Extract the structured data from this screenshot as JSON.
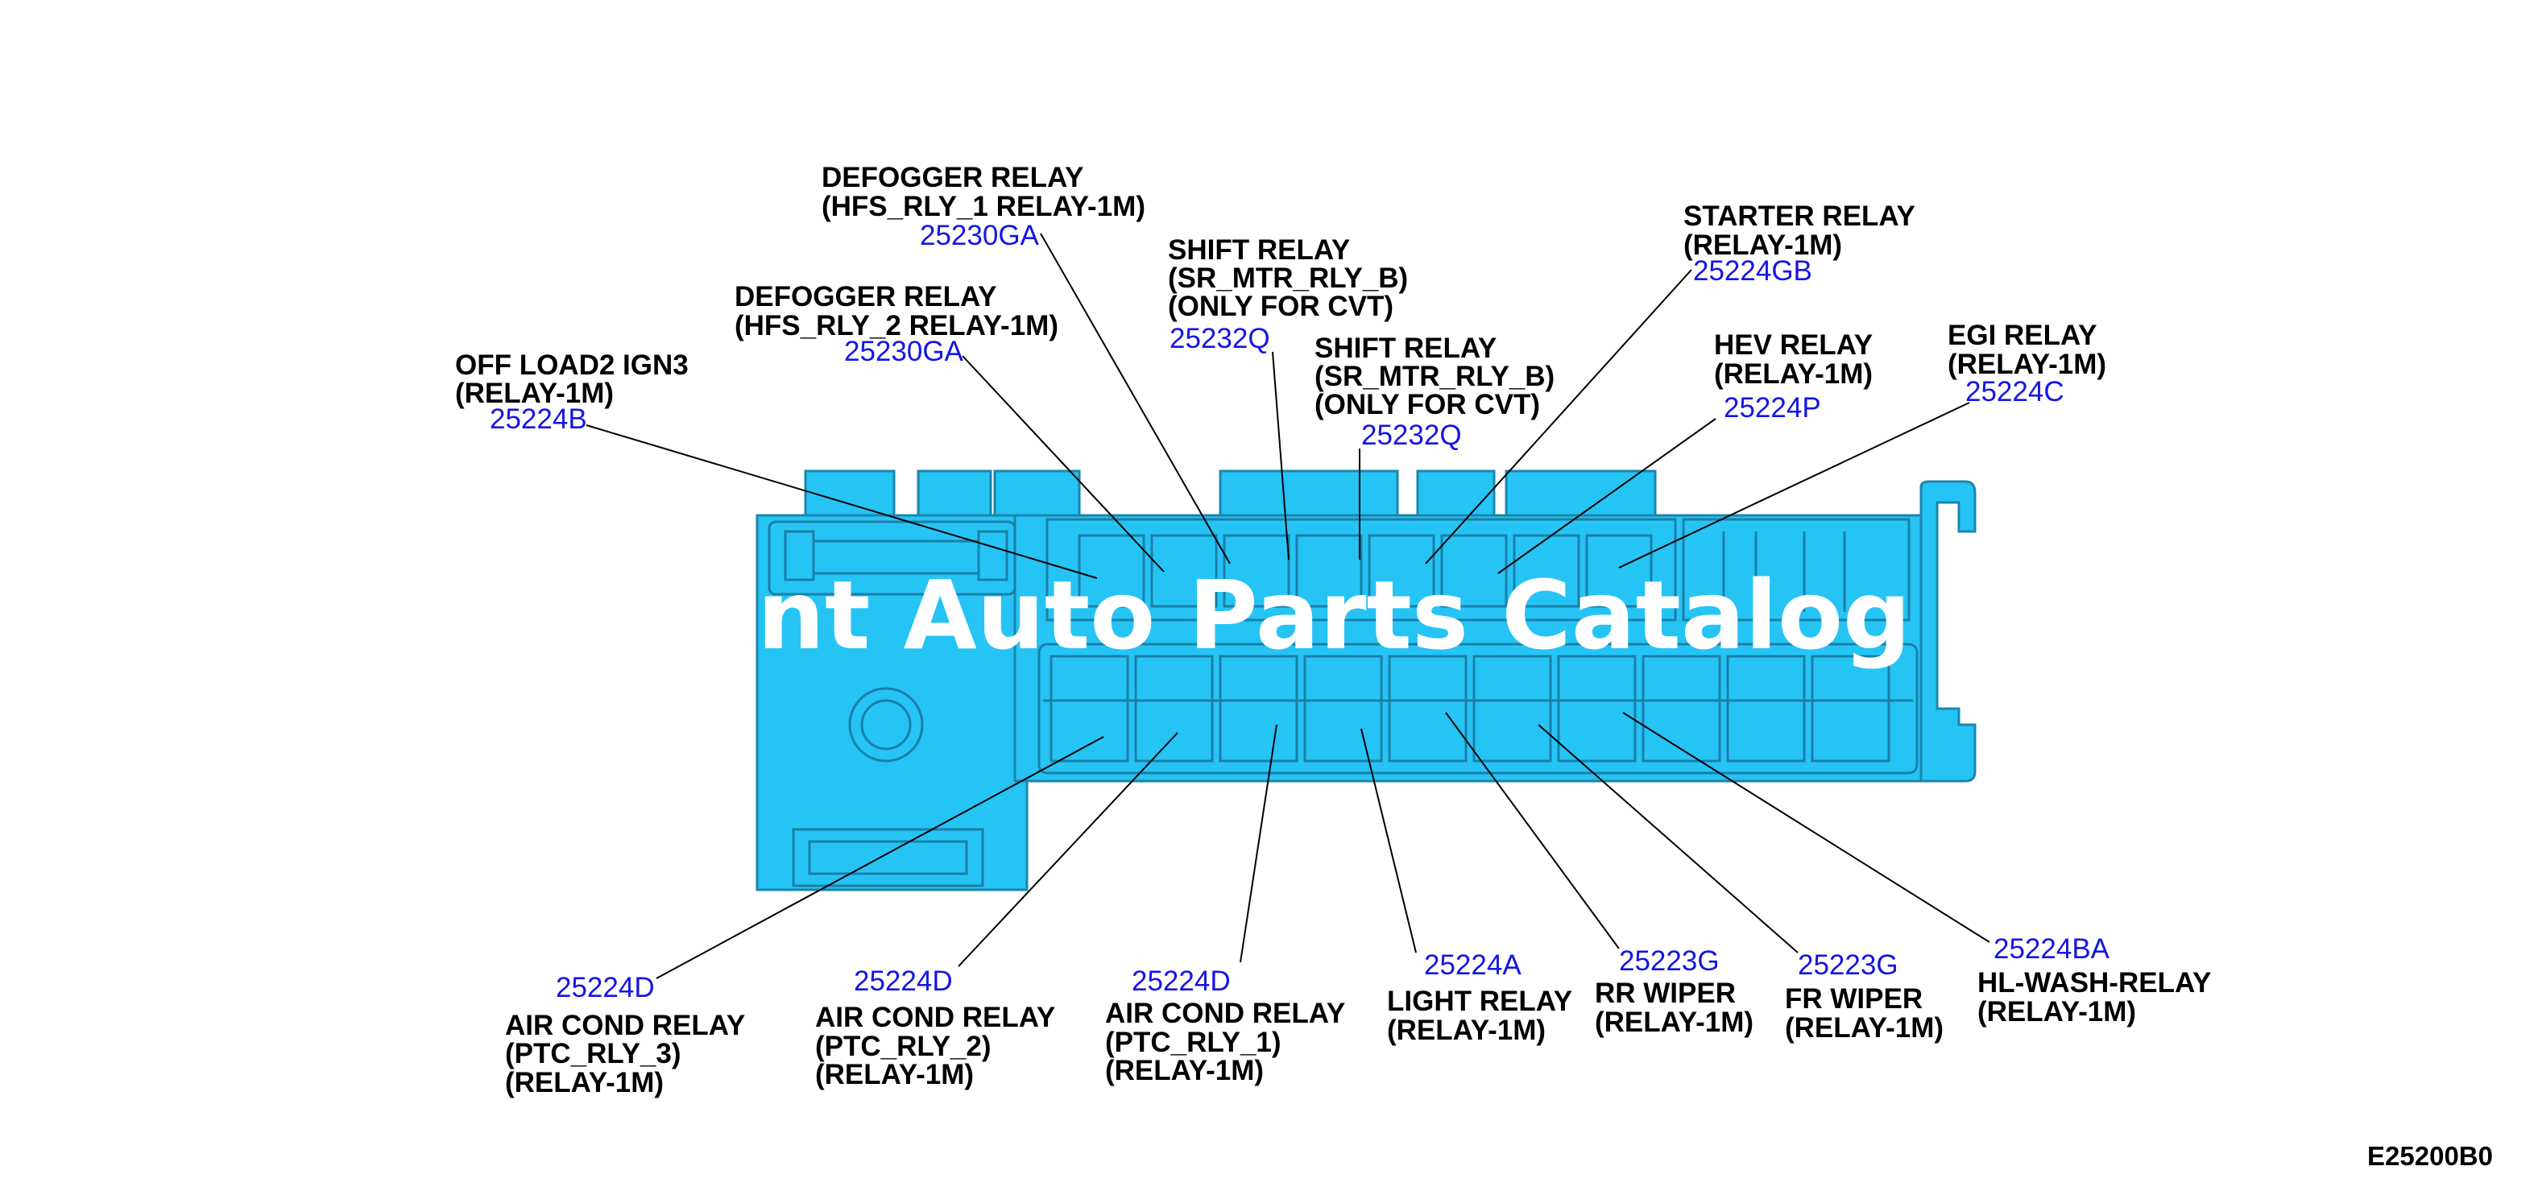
{
  "diagram": {
    "watermark": "nt Auto Parts Catalog PART",
    "reference_code": "E25200B0",
    "top_labels": [
      {
        "id": "off-load2",
        "lines": [
          "OFF LOAD2 IGN3",
          "(RELAY-1M)"
        ],
        "part": "25224B"
      },
      {
        "id": "defogger-2",
        "lines": [
          "DEFOGGER RELAY",
          "(HFS_RLY_2 RELAY-1M)"
        ],
        "part": "25230GA"
      },
      {
        "id": "defogger-1",
        "lines": [
          "DEFOGGER RELAY",
          "(HFS_RLY_1 RELAY-1M)"
        ],
        "part": "25230GA"
      },
      {
        "id": "shift-1",
        "lines": [
          "SHIFT RELAY",
          "(SR_MTR_RLY_B)",
          "(ONLY FOR CVT)"
        ],
        "part": "25232Q"
      },
      {
        "id": "shift-2",
        "lines": [
          "SHIFT RELAY",
          "(SR_MTR_RLY_B)",
          "(ONLY FOR CVT)"
        ],
        "part": "25232Q"
      },
      {
        "id": "starter",
        "lines": [
          "STARTER RELAY",
          "(RELAY-1M)"
        ],
        "part": "25224GB"
      },
      {
        "id": "hev",
        "lines": [
          "HEV RELAY",
          "(RELAY-1M)"
        ],
        "part": "25224P"
      },
      {
        "id": "egi",
        "lines": [
          "EGI RELAY",
          "(RELAY-1M)"
        ],
        "part": "25224C"
      }
    ],
    "bottom_labels": [
      {
        "id": "aircond-3",
        "lines": [
          "AIR COND RELAY",
          "(PTC_RLY_3)",
          "(RELAY-1M)"
        ],
        "part": "25224D"
      },
      {
        "id": "aircond-2",
        "lines": [
          "AIR COND RELAY",
          "(PTC_RLY_2)",
          "(RELAY-1M)"
        ],
        "part": "25224D"
      },
      {
        "id": "aircond-1",
        "lines": [
          "AIR COND RELAY",
          "(PTC_RLY_1)",
          "(RELAY-1M)"
        ],
        "part": "25224D"
      },
      {
        "id": "light",
        "lines": [
          "LIGHT RELAY",
          "(RELAY-1M)"
        ],
        "part": "25224A"
      },
      {
        "id": "rr-wiper",
        "lines": [
          "RR WIPER",
          "(RELAY-1M)"
        ],
        "part": "25223G"
      },
      {
        "id": "fr-wiper",
        "lines": [
          "FR WIPER",
          "(RELAY-1M)"
        ],
        "part": "25223G"
      },
      {
        "id": "hl-wash",
        "lines": [
          "HL-WASH-RELAY",
          "(RELAY-1M)"
        ],
        "part": "25224BA"
      }
    ]
  }
}
